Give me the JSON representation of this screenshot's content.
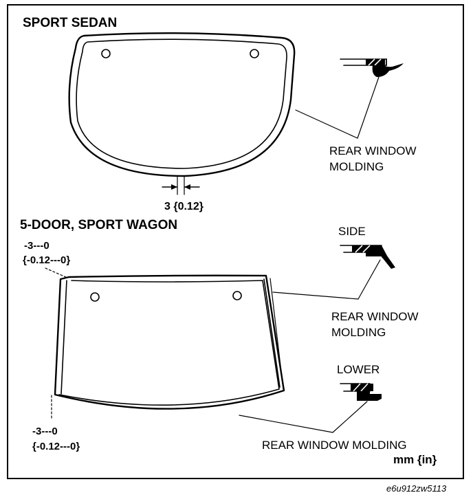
{
  "sedan": {
    "title": "SPORT SEDAN",
    "callout": [
      "REAR WINDOW",
      "MOLDING"
    ],
    "dimension": "3 {0.12}"
  },
  "wagon": {
    "title": "5-DOOR, SPORT WAGON",
    "top_dim": [
      "-3---0",
      "{-0.12---0}"
    ],
    "bottom_dim": [
      "-3---0",
      "{-0.12---0}"
    ],
    "side_label": "SIDE",
    "side_callout": [
      "REAR WINDOW",
      "MOLDING"
    ],
    "lower_label": "LOWER",
    "lower_callout": "REAR WINDOW MOLDING",
    "units": "mm {in}"
  },
  "footer": {
    "code": "e6u912zw5113"
  }
}
